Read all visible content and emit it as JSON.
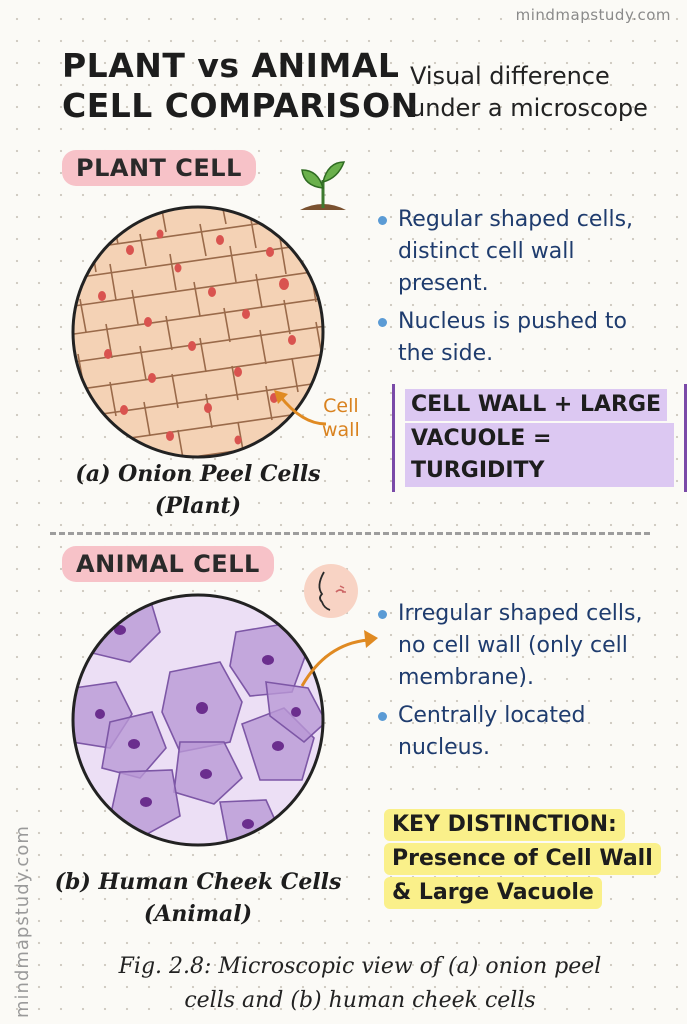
{
  "watermark_top": "mindmapstudy.com",
  "watermark_side": "mindmapstudy.com",
  "title_line1": "PLANT vs ANIMAL",
  "title_line2": "CELL COMPARISON",
  "subtitle_line1": "Visual difference",
  "subtitle_line2": "under a microscope",
  "plant": {
    "heading": "PLANT CELL",
    "bullets": [
      "Regular shaped cells, distinct cell wall present.",
      "Nucleus is pushed to the side."
    ],
    "callout_line1": "CELL WALL + LARGE",
    "callout_line2": "VACUOLE = TURGIDITY",
    "label_line1": "Cell",
    "label_line2": "wall",
    "caption_line1": "(a) Onion Peel Cells",
    "caption_line2": "(Plant)"
  },
  "animal": {
    "heading": "ANIMAL CELL",
    "bullets": [
      "Irregular shaped cells, no cell wall (only cell membrane).",
      "Centrally located nucleus."
    ],
    "key_line1": "KEY DISTINCTION:",
    "key_line2": "Presence of Cell Wall",
    "key_line3": "& Large Vacuole",
    "caption_line1": "(b) Human Cheek Cells",
    "caption_line2": "(Animal)"
  },
  "figure_caption_line1": "Fig. 2.8: Microscopic view of (a) onion peel",
  "figure_caption_line2": "cells and (b) human cheek cells",
  "colors": {
    "plant_pill": "#f7c2c8",
    "plant_cells": "#f4d2b5",
    "plant_nucleus": "#d9534f",
    "animal_cells": "#b999d6",
    "animal_nucleus": "#6b2e8e",
    "callout_highlight": "#dcc8f2",
    "key_highlight": "#faf08a",
    "bullet_text": "#1f3c6e",
    "arrow": "#e08a22"
  },
  "icons": [
    "seedling-icon",
    "face-icon"
  ]
}
